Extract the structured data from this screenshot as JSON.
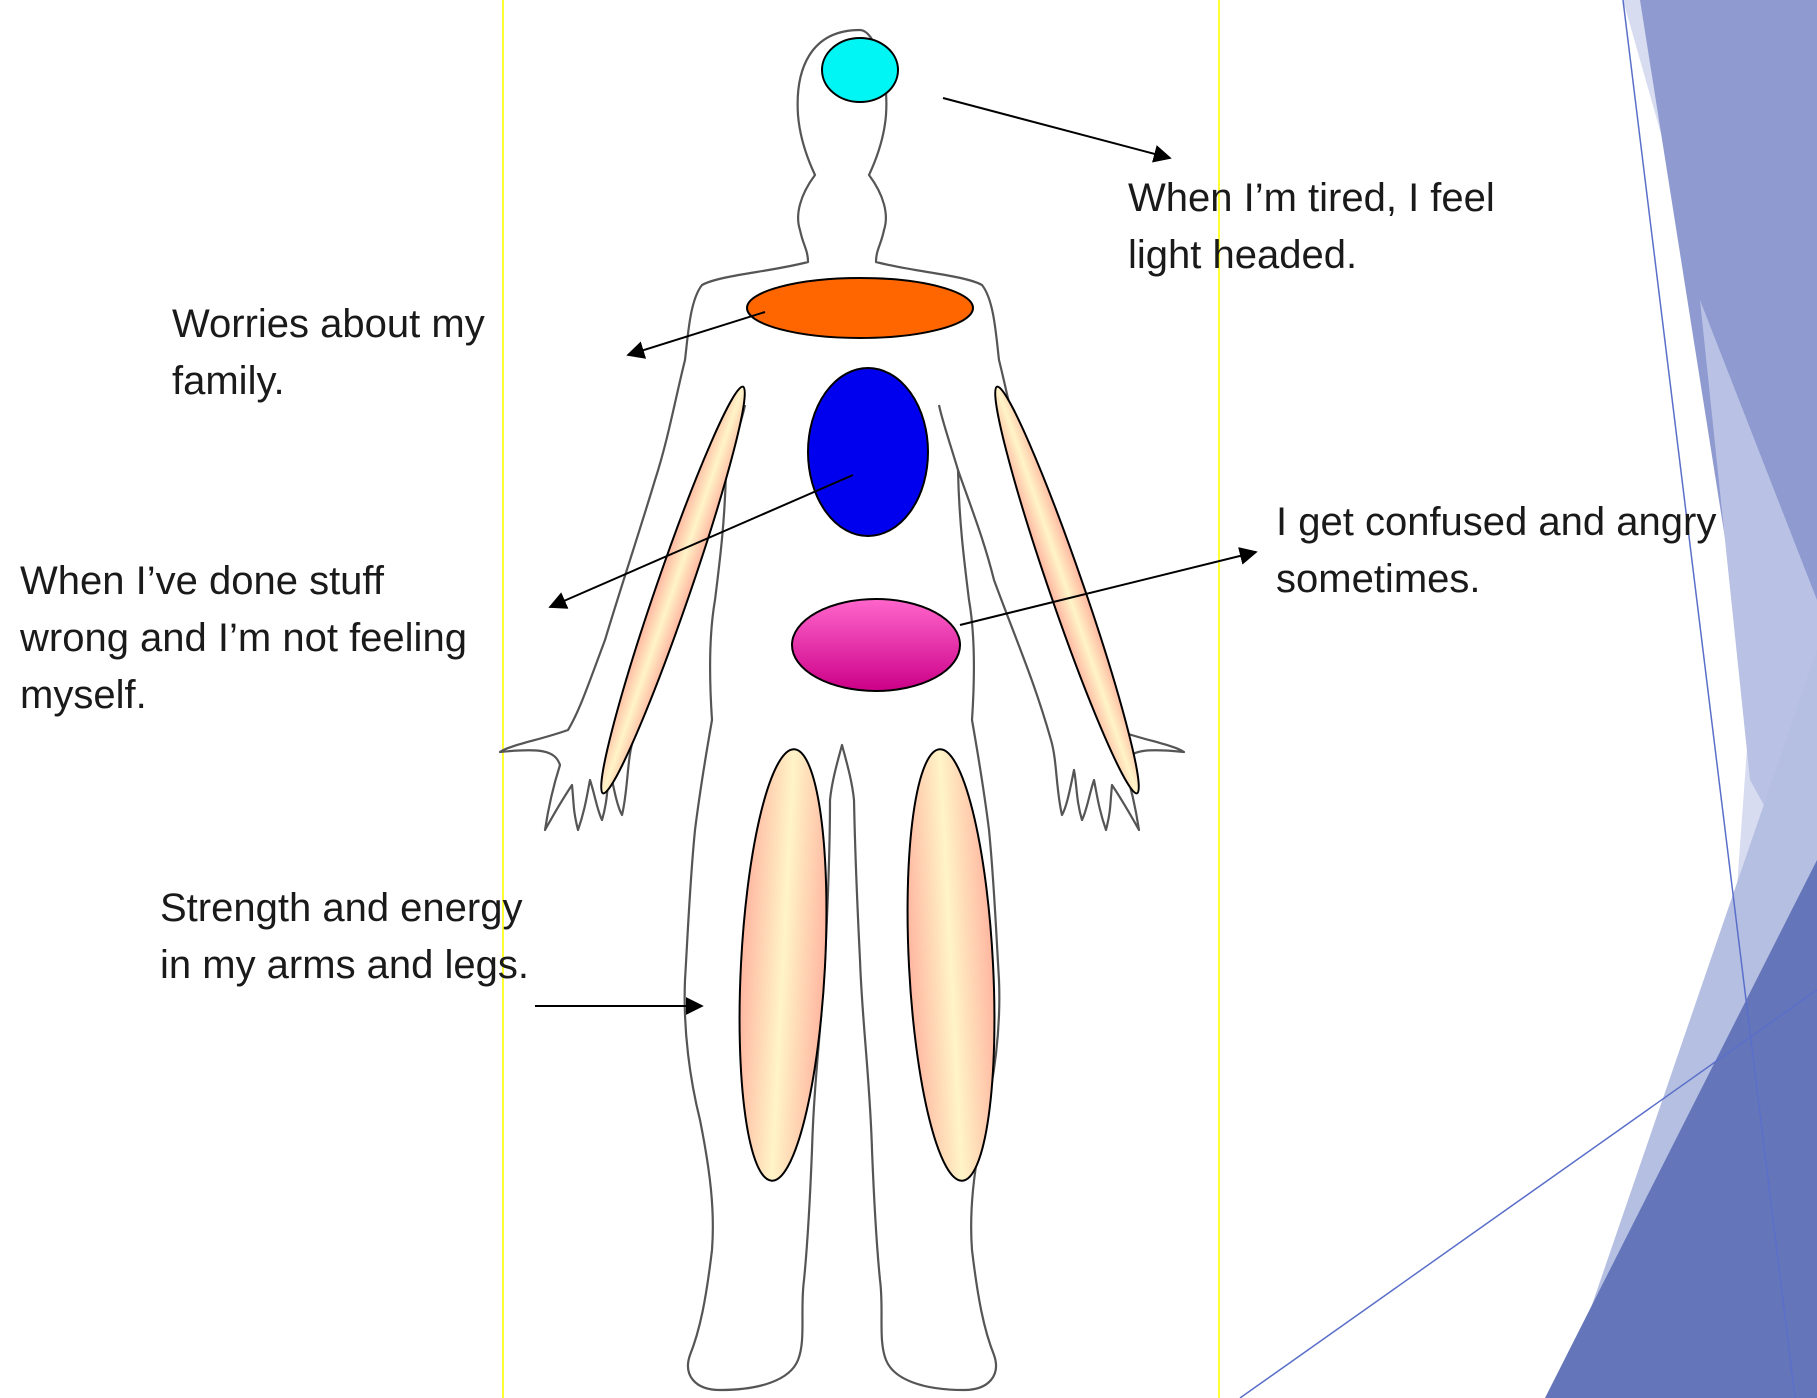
{
  "colors": {
    "head_region": "#00f5f5",
    "chest_region": "#ff6600",
    "stomach_region": "#0000ee",
    "belly_region_top": "#ff66cc",
    "belly_region_bottom": "#cc0088",
    "limb_fill_edge": "#ffb6a0",
    "limb_fill_center": "#fff4c8",
    "guide_line": "#ffff33",
    "theme_blue": "#6f7fc2"
  },
  "annotations": [
    {
      "id": "head",
      "lines": [
        "When I’m tired, I feel",
        "light headed."
      ]
    },
    {
      "id": "chest",
      "lines": [
        "Worries about my",
        "family."
      ]
    },
    {
      "id": "stomach",
      "lines": [
        "When I’ve done stuff",
        "wrong and I’m not feeling",
        "myself."
      ]
    },
    {
      "id": "belly",
      "lines": [
        "I get confused and angry",
        "sometimes."
      ]
    },
    {
      "id": "limbs",
      "lines": [
        "Strength and energy",
        "in my arms and legs."
      ]
    }
  ]
}
